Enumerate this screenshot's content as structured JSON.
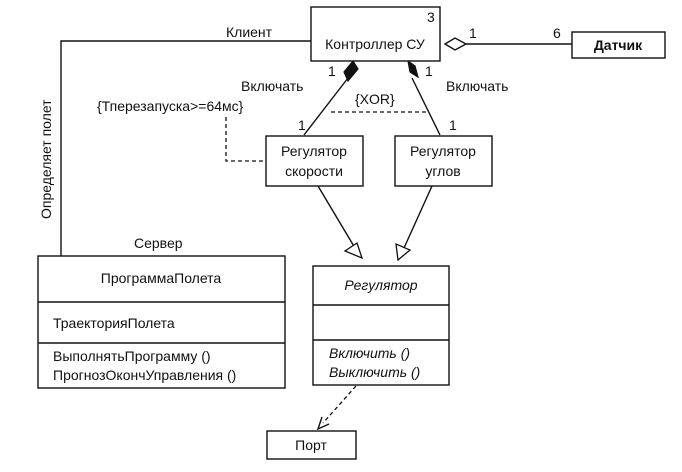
{
  "classes": {
    "controller": {
      "name": "Контроллер СУ",
      "multiplicity": "3"
    },
    "sensor": {
      "name": "Датчик"
    },
    "speed_regulator": {
      "name_line1": "Регулятор",
      "name_line2": "скорости"
    },
    "angle_regulator": {
      "name_line1": "Регулятор",
      "name_line2": "углов"
    },
    "regulator": {
      "name": "Регулятор",
      "ops": [
        "Включить ()",
        "Выключить ()"
      ]
    },
    "flight_program": {
      "name": "ПрограммаПолета",
      "attrs": [
        "ТраекторияПолета"
      ],
      "ops": [
        "ВыполнятьПрограмму ()",
        "ПрогнозОкончУправления ()"
      ]
    },
    "port": {
      "name": "Порт"
    }
  },
  "labels": {
    "client": "Клиент",
    "server": "Сервер",
    "defines_flight": "Определяет полет",
    "enable_left": "Включать",
    "enable_right": "Включать",
    "xor": "{XOR}",
    "constraint": "{Тперезапуска>=64мс}",
    "mult_ctrl_sensor": "1",
    "mult_sensor": "6",
    "mult_ctrl_left": "1",
    "mult_ctrl_right": "1",
    "mult_speed": "1",
    "mult_angle": "1"
  }
}
